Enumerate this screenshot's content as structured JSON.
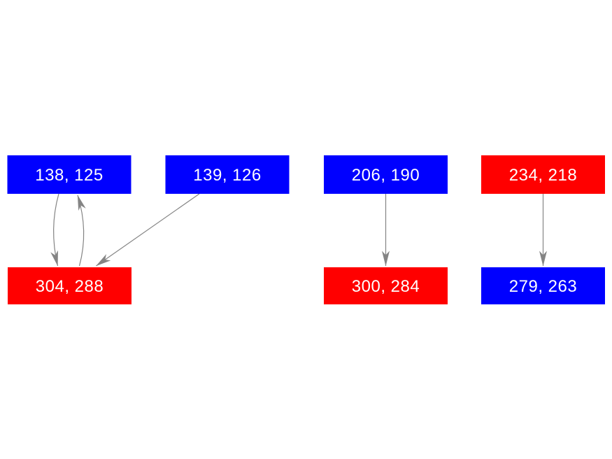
{
  "diagram": {
    "background_color": "#ffffff",
    "colors": {
      "node_blue": "#0000ff",
      "node_red": "#ff0000",
      "edge_gray": "#848484",
      "label_text": "#ffffff"
    },
    "nodes": [
      {
        "label": "138, 125",
        "color": "#0000ff",
        "row": "top"
      },
      {
        "label": "139, 126",
        "color": "#0000ff",
        "row": "top"
      },
      {
        "label": "206, 190",
        "color": "#0000ff",
        "row": "top"
      },
      {
        "label": "234, 218",
        "color": "#ff0000",
        "row": "top"
      },
      {
        "label": "304, 288",
        "color": "#ff0000",
        "row": "bottom"
      },
      {
        "label": "300, 284",
        "color": "#ff0000",
        "row": "bottom"
      },
      {
        "label": "279, 263",
        "color": "#0000ff",
        "row": "bottom"
      }
    ],
    "edges": [
      {
        "from": "138, 125",
        "to": "304, 288",
        "shape": "curved-left"
      },
      {
        "from": "304, 288",
        "to": "138, 125",
        "shape": "curved-right"
      },
      {
        "from": "139, 126",
        "to": "304, 288",
        "shape": "straight-diagonal"
      },
      {
        "from": "206, 190",
        "to": "300, 284",
        "shape": "straight-vertical"
      },
      {
        "from": "234, 218",
        "to": "279, 263",
        "shape": "straight-vertical"
      }
    ]
  }
}
